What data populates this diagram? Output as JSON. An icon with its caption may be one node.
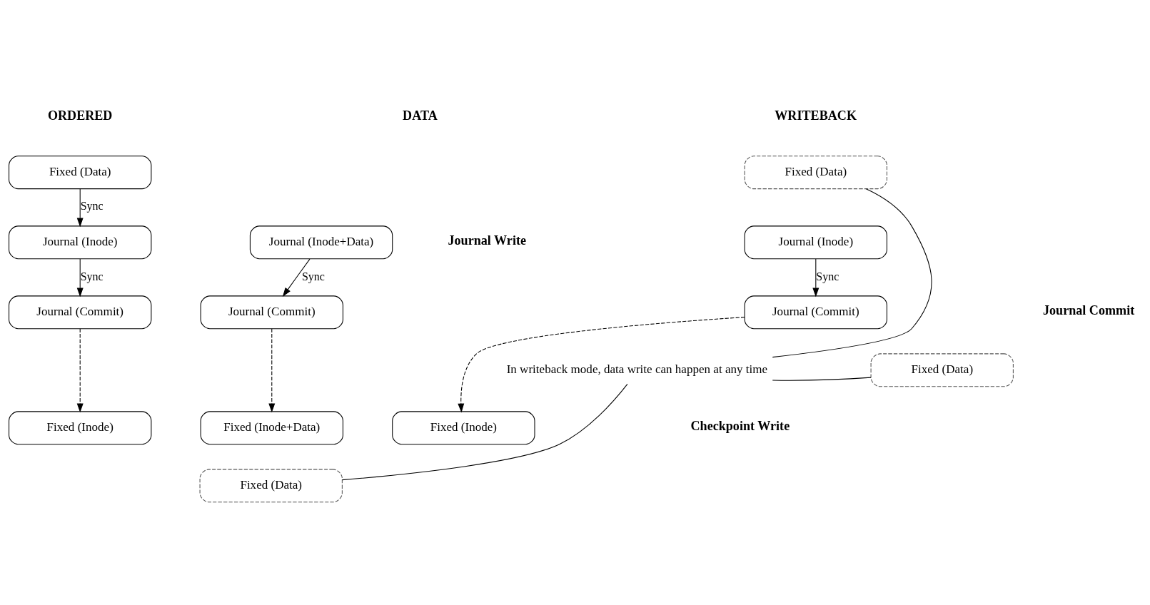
{
  "diagram": {
    "nodes": [
      {
        "text": [
          "Fixed (Data)"
        ]
      },
      {
        "text": [
          "Journal (Inode)"
        ]
      },
      {
        "text": [
          "Journal (Commit)"
        ]
      },
      {
        "text": [
          "Fixed (Data)"
        ]
      },
      {
        "text": [
          "Fixed (Inode)"
        ]
      },
      {
        "text": [
          "Fixed (Data)"
        ]
      },
      {
        "text": [
          "Fixed (Data)"
        ]
      },
      {
        "text": [
          "Journal (Inode)"
        ]
      },
      {
        "text": [
          "Journal (Commit)"
        ]
      },
      {
        "text": [
          "Fixed (Inode)"
        ]
      },
      {
        "text": [
          "Journal (Inode+Data)"
        ]
      },
      {
        "text": [
          "Journal (Commit)"
        ]
      },
      {
        "text": [
          "Fixed (Inode+Data)"
        ]
      },
      {
        "text": [
          "In writeback mode, data write can happen at any time"
        ]
      }
    ],
    "edges": [
      {
        "from": 1,
        "to": 2,
        "arrow": "to",
        "label": "Sync"
      },
      {
        "from": 2,
        "to": 4,
        "arrow": "to",
        "style": "dashed"
      },
      {
        "from": 6,
        "to": 7,
        "arrow": "to",
        "label": "Sync"
      },
      {
        "from": 7,
        "to": 8,
        "arrow": "to",
        "label": "Sync"
      },
      {
        "from": 8,
        "to": 9,
        "arrow": "to",
        "style": "dashed"
      },
      {
        "from": 10,
        "to": 11,
        "arrow": "to",
        "label": "Sync"
      },
      {
        "from": 11,
        "to": 12,
        "arrow": "to",
        "style": "dashed"
      },
      {
        "from": 13,
        "to": 0,
        "arrow": "none"
      },
      {
        "from": 13,
        "to": 3,
        "arrow": "none"
      },
      {
        "from": 13,
        "to": 5,
        "arrow": "none"
      }
    ],
    "labels": [
      "WRITEBACK",
      "ORDERED",
      "DATA",
      "Journal Write",
      "Journal Commit",
      "Checkpoint Write"
    ]
  }
}
